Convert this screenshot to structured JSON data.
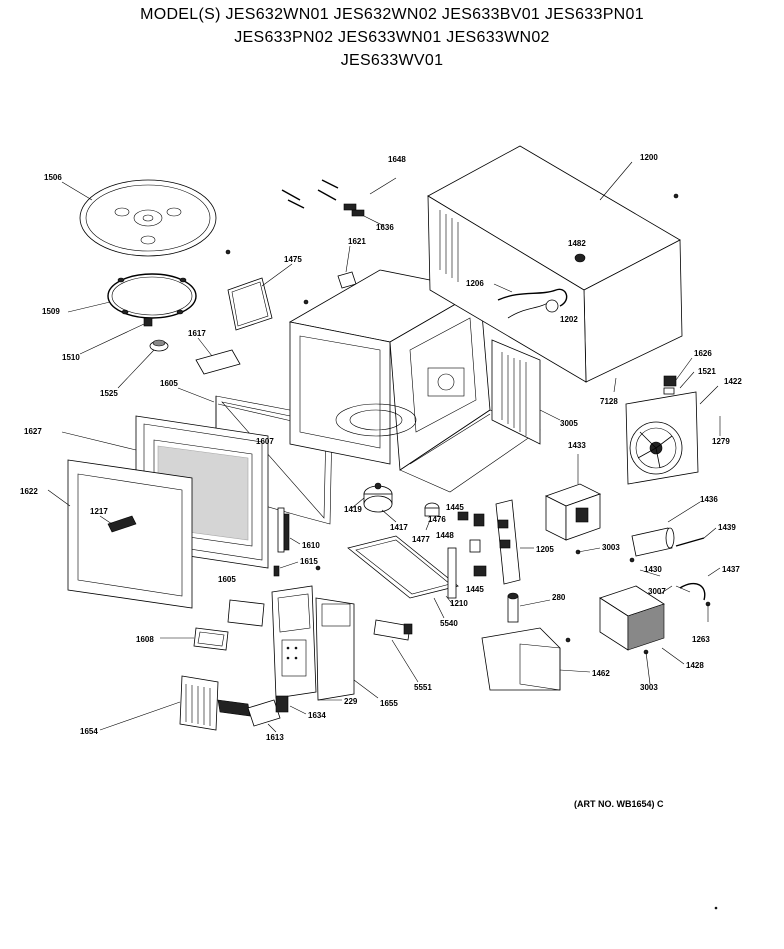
{
  "header": {
    "line1": "MODEL(S) JES632WN01  JES632WN02  JES633BV01  JES633PN01",
    "line2": "JES633PN02  JES633WN01  JES633WN02",
    "line3": "JES633WV01"
  },
  "footer": {
    "art_no": "(ART NO. WB1654) C"
  },
  "part_labels": {
    "p1506": "1506",
    "p1509": "1509",
    "p1510": "1510",
    "p1525": "1525",
    "p1475": "1475",
    "p1617": "1617",
    "p1605a": "1605",
    "p1627": "1627",
    "p1622": "1622",
    "p1217": "1217",
    "p1607": "1607",
    "p1610": "1610",
    "p1615": "1615",
    "p1605b": "1605",
    "p1608": "1608",
    "p1654": "1654",
    "p1613": "1613",
    "p1634": "1634",
    "p229": "229",
    "p1655": "1655",
    "p5551": "5551",
    "p1648": "1648",
    "p1636": "1636",
    "p1621": "1621",
    "p1200": "1200",
    "p1482": "1482",
    "p1206": "1206",
    "p1202": "1202",
    "p1626": "1626",
    "p1521": "1521",
    "p1422": "1422",
    "p7128": "7128",
    "p3005": "3005",
    "p1279": "1279",
    "p1433": "1433",
    "p1436": "1436",
    "p1439": "1439",
    "p3003a": "3003",
    "p1437": "1437",
    "p1430": "1430",
    "p3007": "3007",
    "p1263": "1263",
    "p1428": "1428",
    "p3003b": "3003",
    "p1462": "1462",
    "p280": "280",
    "p1205": "1205",
    "p1445a": "1445",
    "p1448": "1448",
    "p1445b": "1445",
    "p1210": "1210",
    "p5540": "5540",
    "p1419": "1419",
    "p1417": "1417",
    "p1476": "1476",
    "p1477": "1477"
  }
}
